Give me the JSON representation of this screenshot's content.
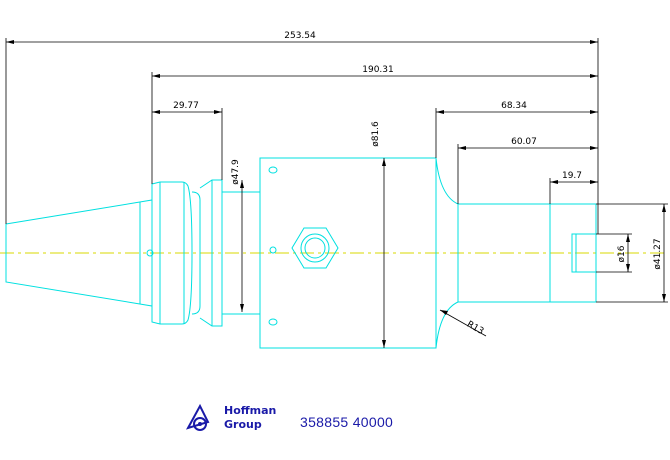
{
  "dimensions": {
    "overall_length": "253.54",
    "length_190": "190.31",
    "flange_length": "29.77",
    "length_68": "68.34",
    "length_60": "60.07",
    "shank_length": "19.7",
    "dia_flange": "ø47.9",
    "dia_body": "ø81.6",
    "dia_neck": "ø41.27",
    "dia_tip": "ø16",
    "radius": "R13"
  },
  "branding": {
    "logo_line1": "Hoffmann",
    "logo_line2": "Group",
    "part_number": "358855 40000"
  },
  "colors": {
    "outline": "#00e0e0",
    "dimension": "#000000",
    "centerline": "#d8d800",
    "brand": "#1a1aa8"
  }
}
